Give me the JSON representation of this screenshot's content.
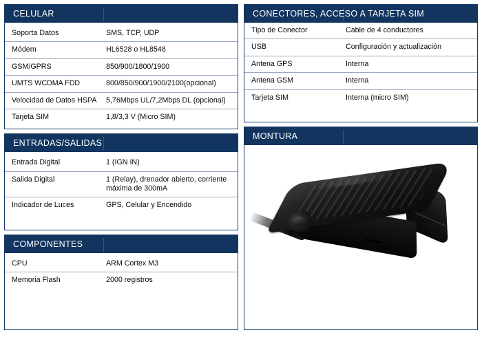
{
  "sheet": {
    "left_column": {
      "sections": [
        {
          "id": "celular",
          "title": "CELULAR",
          "rows": [
            {
              "key": "Soporta Datos",
              "value": "SMS, TCP, UDP"
            },
            {
              "key": "Módem",
              "value": "HL6528 o HL8548"
            },
            {
              "key": "GSM/GPRS",
              "value": "850/900/1800/1900"
            },
            {
              "key": "UMTS WCDMA FDD",
              "value": "800/850/900/1900/2100(opcional)"
            },
            {
              "key": "Velocidad de Datos HSPA",
              "value": "5,76Mbps UL/7,2Mbps DL (opcional)"
            },
            {
              "key": "Tarjeta SIM",
              "value": "1,8/3,3 V (Micro SIM)"
            }
          ]
        },
        {
          "id": "entradas-salidas",
          "title": "ENTRADAS/SALIDAS",
          "rows": [
            {
              "key": "Entrada Digital",
              "value": "1 (IGN IN)"
            },
            {
              "key": "Salida Digital",
              "value": "1 (Relay),  drenador abierto, corriente máxima de 300mA"
            },
            {
              "key": "Indicador de Luces",
              "value": "GPS, Celular y Encendido"
            }
          ]
        },
        {
          "id": "componentes",
          "title": "COMPONENTES",
          "rows": [
            {
              "key": "CPU",
              "value": "ARM Cortex M3"
            },
            {
              "key": "Memoria Flash",
              "value": "2000 registros"
            }
          ]
        }
      ]
    },
    "right_column": {
      "sections": [
        {
          "id": "conectores",
          "title": "CONECTORES, ACCESO A TARJETA SIM",
          "rows": [
            {
              "key": "Tipo de Conector",
              "value": "Cable de 4 conductores"
            },
            {
              "key": "USB",
              "value": "Configuración y actualización"
            },
            {
              "key": "Antena GPS",
              "value": "Interna"
            },
            {
              "key": "Antena GSM",
              "value": "Interna"
            },
            {
              "key": "Tarjeta SIM",
              "value": "Interna (micro SIM)"
            }
          ]
        },
        {
          "id": "montura",
          "title": "MONTURA",
          "image": "black-gps-tracker-device-photo"
        }
      ]
    }
  },
  "colors": {
    "header_bar": "#123560",
    "panel_border": "#143A66",
    "row_divider": "#9aa9bd",
    "text": "#0b0b0b",
    "background": "#ffffff"
  }
}
